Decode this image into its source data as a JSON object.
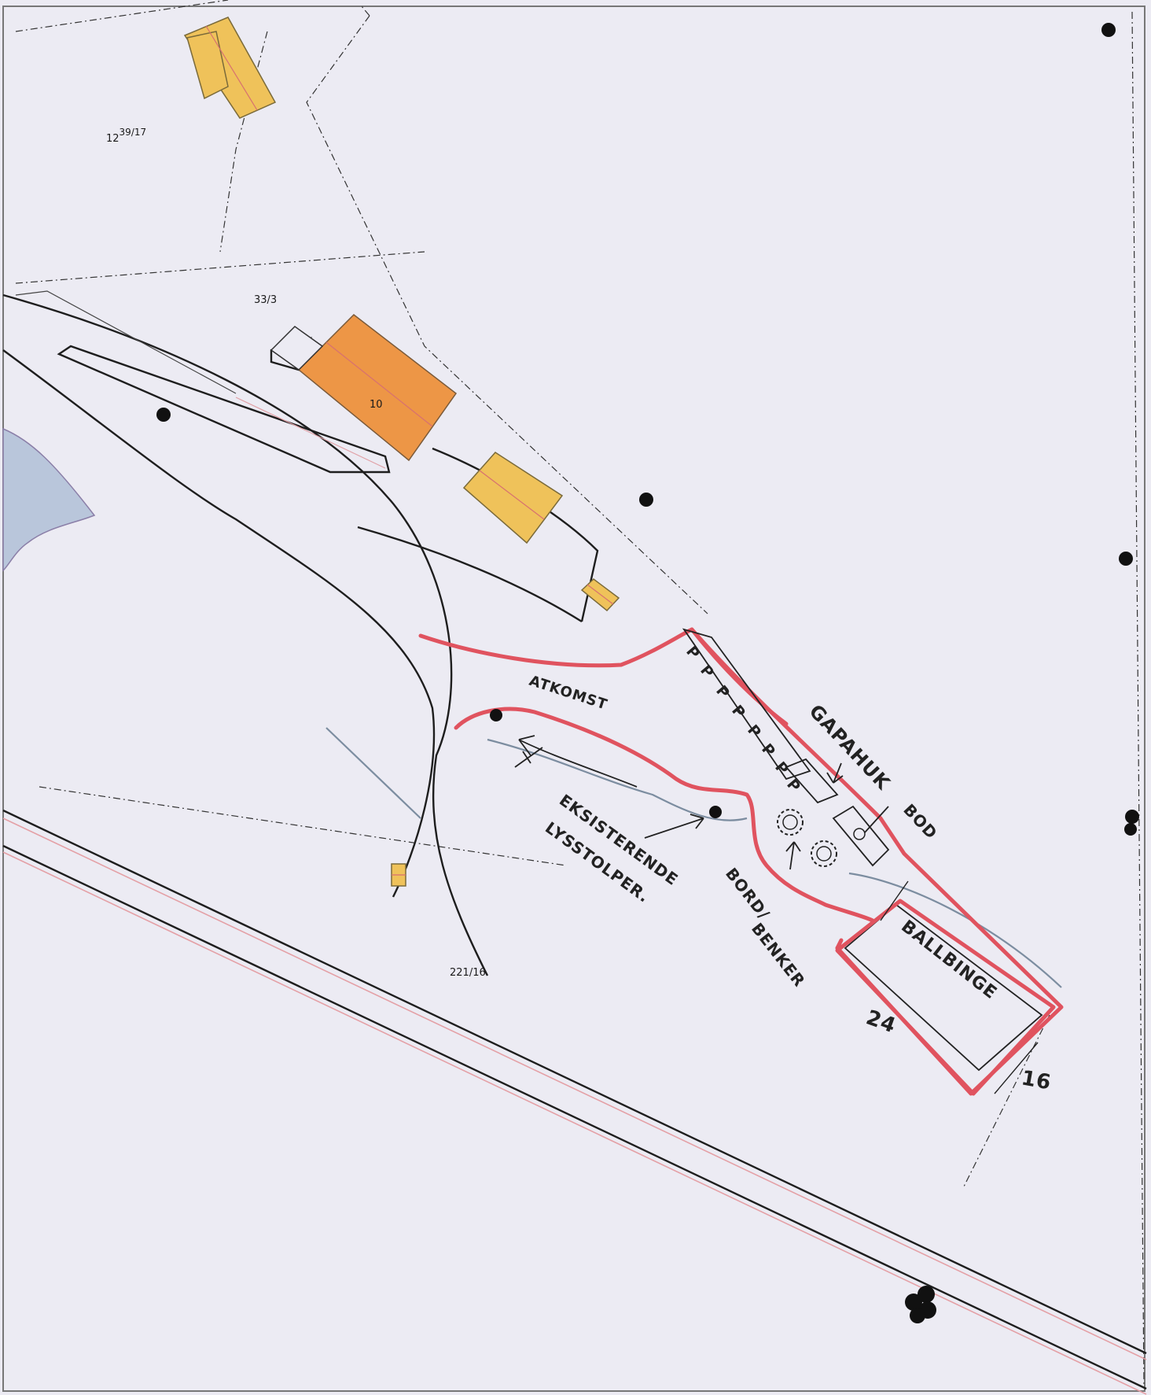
{
  "labels": {
    "plot_top": "12",
    "plot_top_sup": "39/17",
    "plot_mid": "33/3",
    "house_number": "10",
    "plot_road": "221/16",
    "atkomst": "ATKOMST",
    "gapahuk": "GAPAHUK",
    "bod": "BOD",
    "ballbinge": "BALLBINGE",
    "bord_benker_1": "BORD/",
    "bord_benker_2": "BENKER",
    "eksisterende": "EKSISTERENDE",
    "lysstolper": "LYSSTOLPER.",
    "dim_24": "24",
    "dim_16": "16",
    "parking": [
      "P",
      "P",
      "P",
      "P",
      "P",
      "P",
      "P",
      "P"
    ]
  },
  "colors": {
    "background": "#ecebf3",
    "sketch_red": "#e0535f",
    "building_yellow": "#efc25a",
    "building_orange": "#ed9646",
    "water_blue": "#b9c6db",
    "stream": "#7c8da0"
  }
}
